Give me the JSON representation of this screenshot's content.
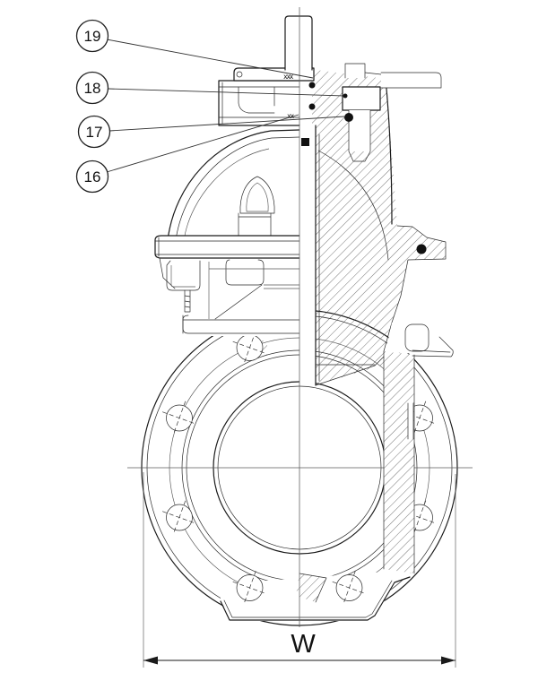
{
  "drawing": {
    "callouts": [
      {
        "label": "19"
      },
      {
        "label": "18"
      },
      {
        "label": "17"
      },
      {
        "label": "16"
      }
    ],
    "dimension": {
      "label": "W"
    },
    "colors": {
      "line": "#1a1a1a",
      "background": "#ffffff",
      "centerline": "#5a5a5a"
    }
  }
}
